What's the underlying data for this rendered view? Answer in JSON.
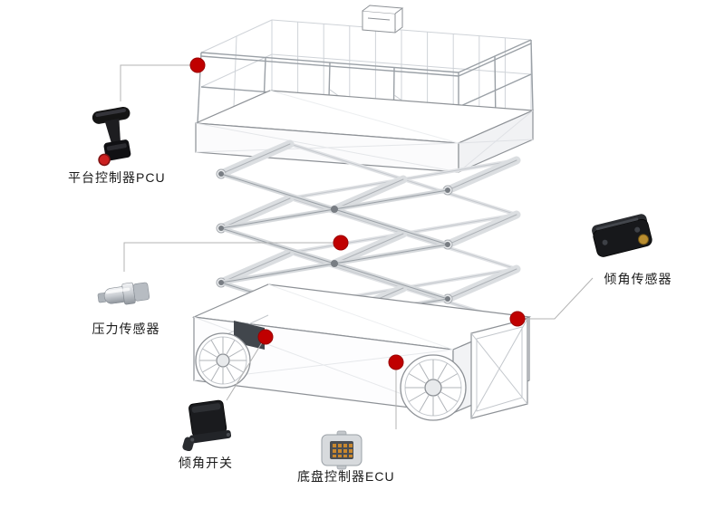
{
  "diagram": {
    "title": "scissor-lift-components-callout-diagram",
    "marker_color": "#c00000",
    "marker_edge_color": "#9a0000",
    "line_color": "#b3b3b3",
    "labels": {
      "platform_pcu": "平台控制器PCU",
      "pressure_sensor": "压力传感器",
      "tilt_switch": "倾角开关",
      "chassis_ecu": "底盘控制器ECU",
      "tilt_sensor": "倾角传感器"
    }
  }
}
